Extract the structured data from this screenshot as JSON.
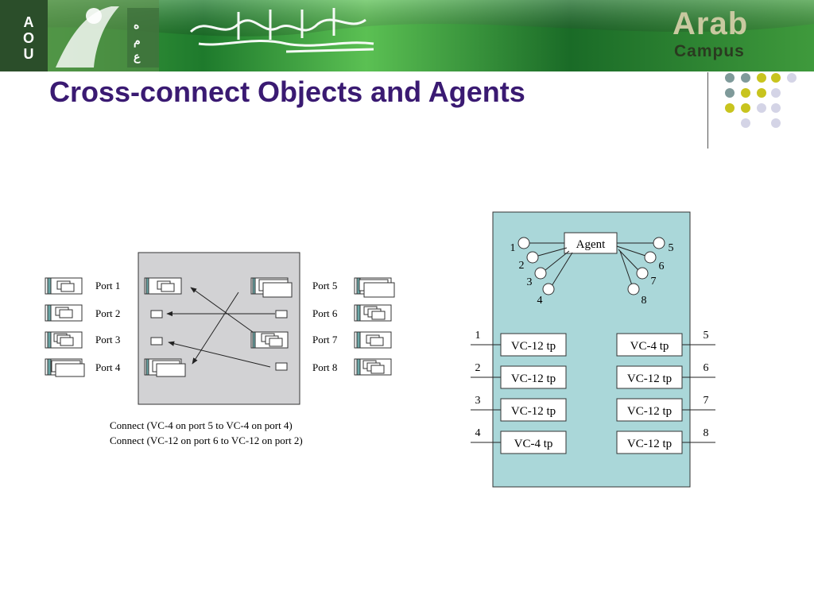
{
  "slide": {
    "title": "Cross-connect Objects and Agents",
    "banner": {
      "side_letters": [
        "A",
        "O",
        "U"
      ],
      "logo_word": "Arab",
      "logo_sub": "Campus",
      "colors": {
        "green_dark": "#1c6a2a",
        "green_light": "#66c25a",
        "title": "#3a1a72"
      }
    },
    "decor_dots": {
      "colors": {
        "teal": "#7f9a9a",
        "olive": "#c8c41e",
        "lavender": "#d4d4e6"
      }
    }
  },
  "left_diagram": {
    "left_ports": [
      "Port 1",
      "Port 2",
      "Port 3",
      "Port 4"
    ],
    "right_ports": [
      "Port 5",
      "Port 6",
      "Port 7",
      "Port 8"
    ],
    "captions": [
      "Connect (VC-4 on port 5 to VC-4 on port 4)",
      "Connect (VC-12 on port 6 to VC-12 on port 2)"
    ],
    "panel_color": "#d2d2d4"
  },
  "right_diagram": {
    "agent_label": "Agent",
    "agent_left_numbers": [
      "1",
      "2",
      "3",
      "4"
    ],
    "agent_right_numbers": [
      "5",
      "6",
      "7",
      "8"
    ],
    "tp_left": [
      {
        "num": "1",
        "label": "VC-12 tp"
      },
      {
        "num": "2",
        "label": "VC-12 tp"
      },
      {
        "num": "3",
        "label": "VC-12 tp"
      },
      {
        "num": "4",
        "label": "VC-4 tp"
      }
    ],
    "tp_right": [
      {
        "num": "5",
        "label": "VC-4 tp"
      },
      {
        "num": "6",
        "label": "VC-12 tp"
      },
      {
        "num": "7",
        "label": "VC-12 tp"
      },
      {
        "num": "8",
        "label": "VC-12 tp"
      }
    ],
    "panel_color": "#aad7d9"
  }
}
